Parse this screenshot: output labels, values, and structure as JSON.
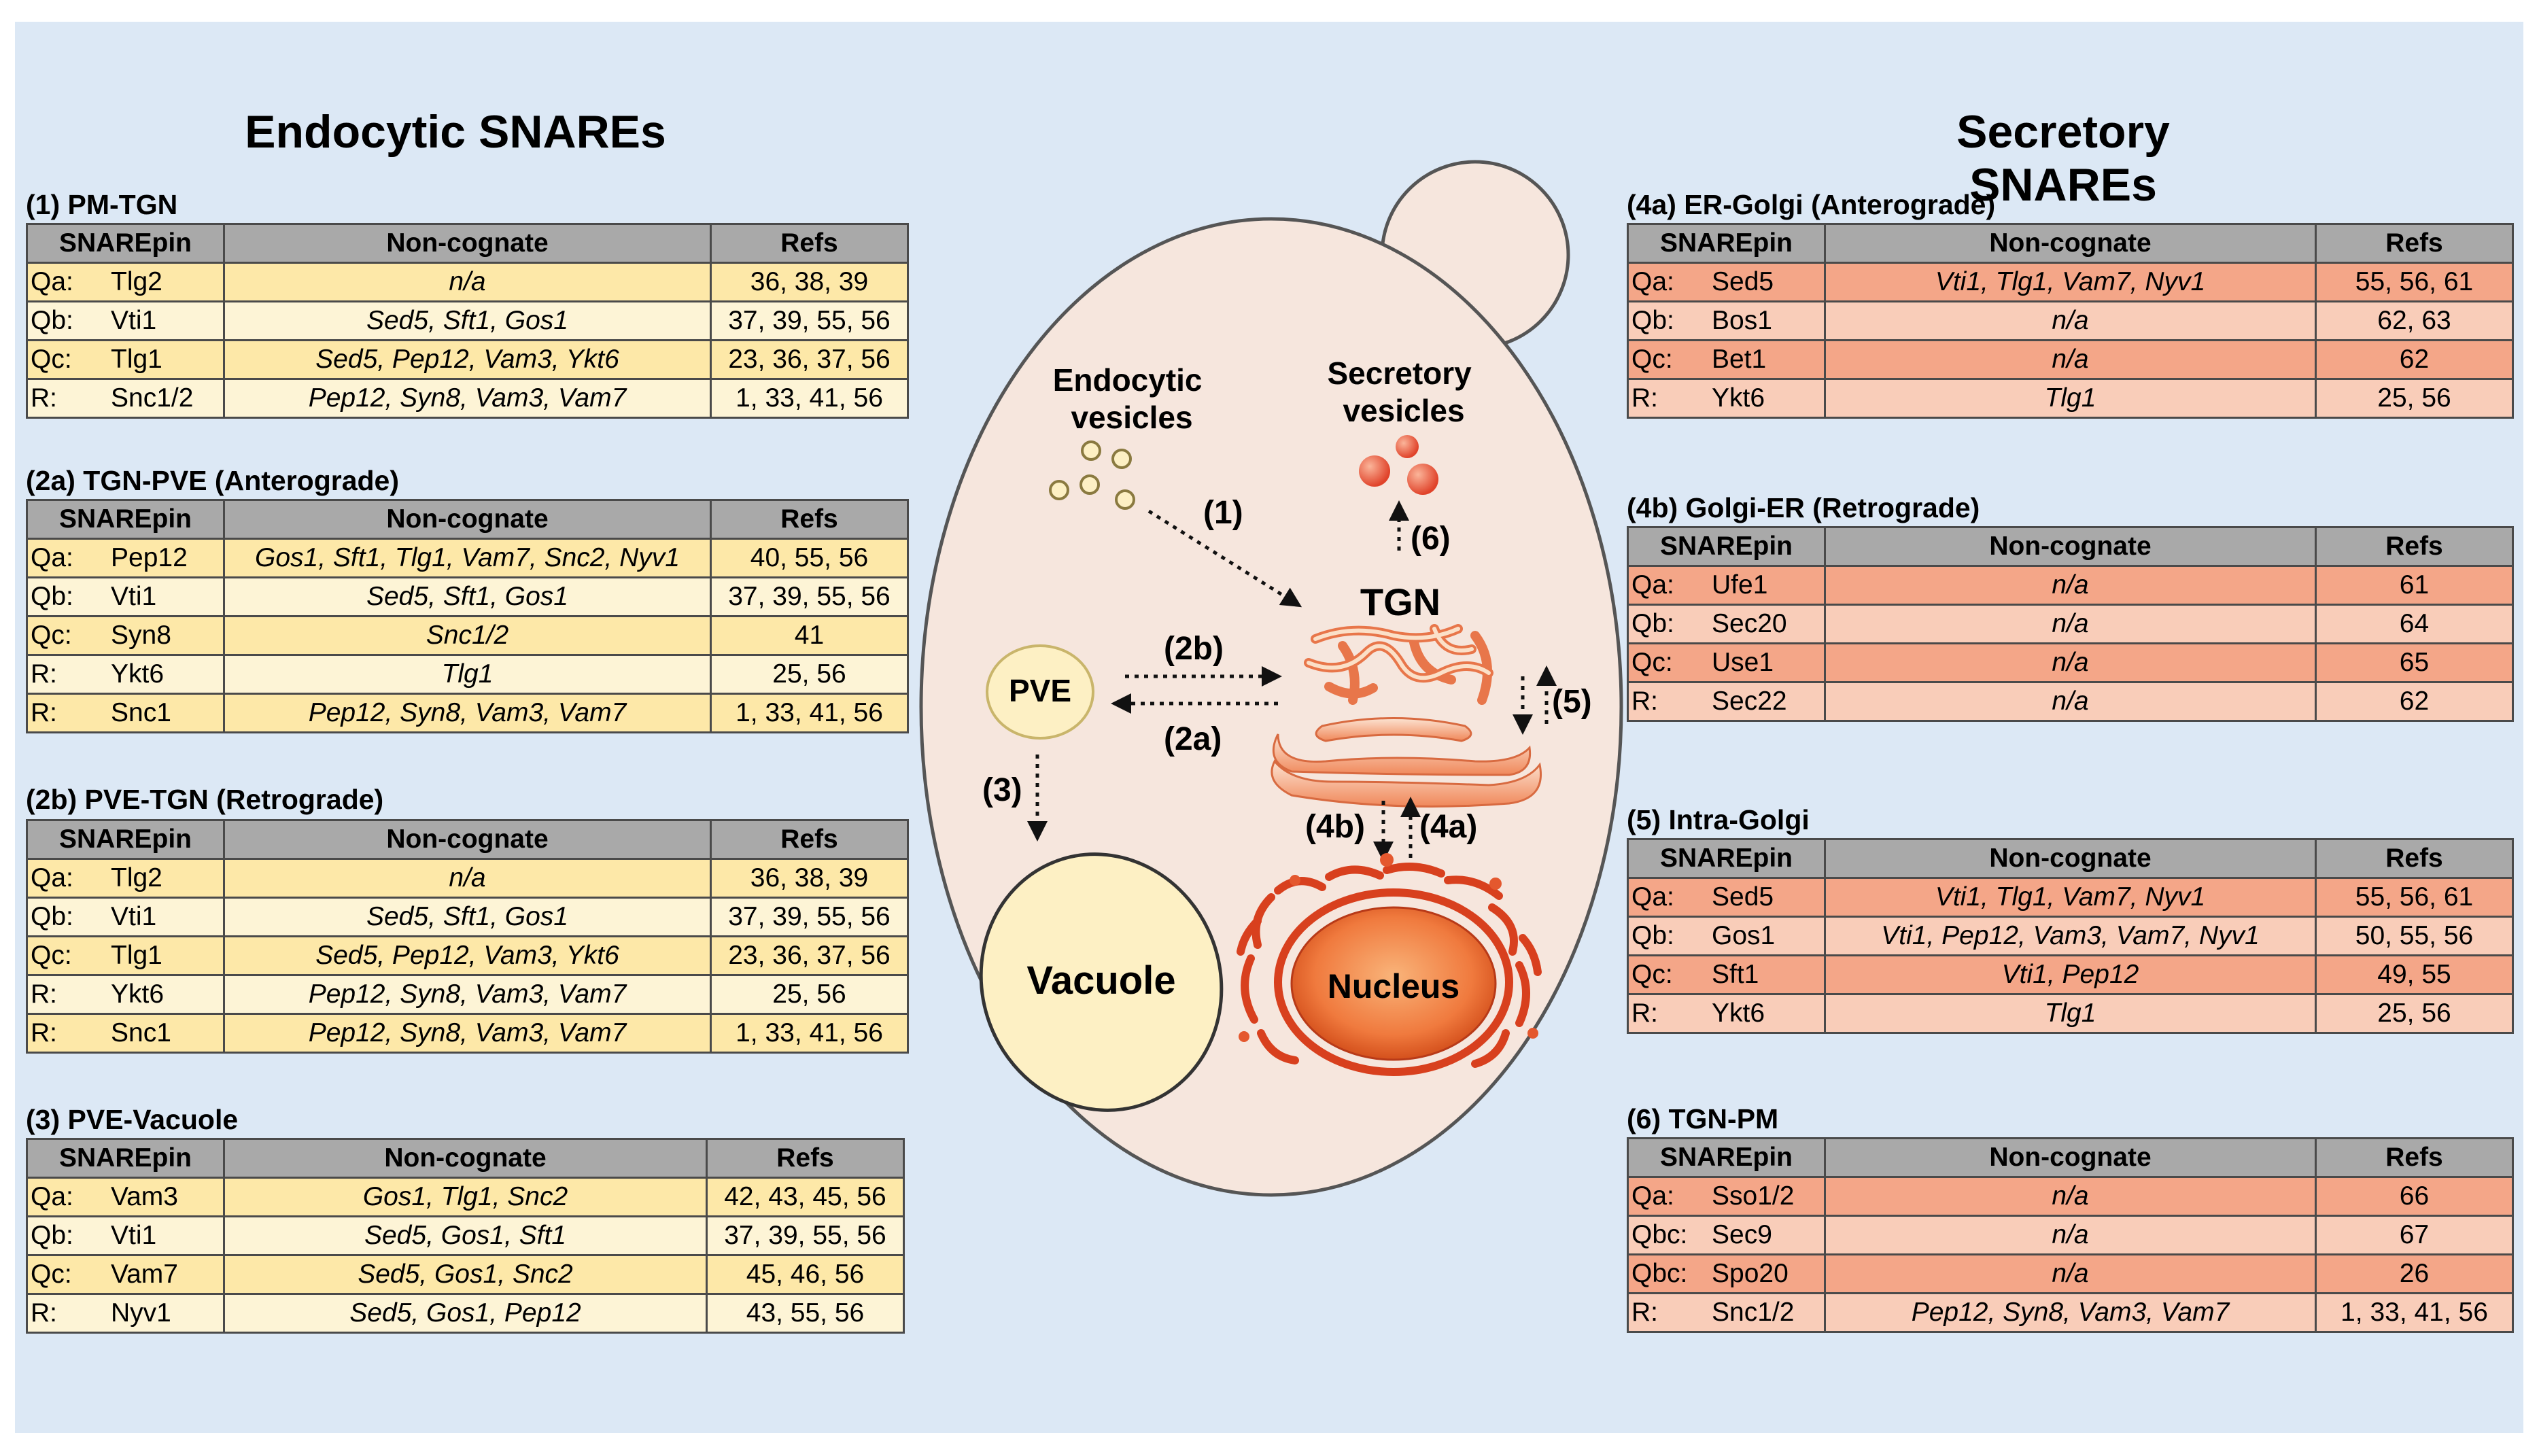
{
  "headings": {
    "endocytic": "Endocytic SNAREs",
    "secretory": "Secretory SNAREs"
  },
  "columns": {
    "snarepin": "SNAREpin",
    "noncognate": "Non-cognate",
    "refs": "Refs"
  },
  "endocytic_tables": [
    {
      "title": "(1) PM-TGN",
      "rows": [
        {
          "role": "Qa:",
          "snare": "Tlg2",
          "noncognate": "n/a",
          "refs": "36, 38, 39"
        },
        {
          "role": "Qb:",
          "snare": "Vti1",
          "noncognate": "Sed5, Sft1, Gos1",
          "refs": "37, 39, 55, 56"
        },
        {
          "role": "Qc:",
          "snare": "Tlg1",
          "noncognate": "Sed5, Pep12, Vam3, Ykt6",
          "refs": "23, 36, 37, 56"
        },
        {
          "role": "R:",
          "snare": "Snc1/2",
          "noncognate": "Pep12, Syn8, Vam3, Vam7",
          "refs": "1, 33, 41, 56"
        }
      ]
    },
    {
      "title": "(2a)  TGN-PVE (Anterograde)",
      "rows": [
        {
          "role": "Qa:",
          "snare": "Pep12",
          "noncognate": "Gos1, Sft1, Tlg1, Vam7, Snc2, Nyv1",
          "refs": "40, 55, 56"
        },
        {
          "role": "Qb:",
          "snare": "Vti1",
          "noncognate": "Sed5, Sft1, Gos1",
          "refs": "37, 39, 55, 56"
        },
        {
          "role": "Qc:",
          "snare": "Syn8",
          "noncognate": "Snc1/2",
          "refs": "41"
        },
        {
          "role": "R:",
          "snare": "Ykt6",
          "noncognate": "Tlg1",
          "refs": "25, 56"
        },
        {
          "role": "R:",
          "snare": "Snc1",
          "noncognate": "Pep12, Syn8, Vam3, Vam7",
          "refs": "1, 33, 41, 56"
        }
      ]
    },
    {
      "title": "(2b) PVE-TGN (Retrograde)",
      "rows": [
        {
          "role": "Qa:",
          "snare": "Tlg2",
          "noncognate": "n/a",
          "refs": "36, 38, 39"
        },
        {
          "role": "Qb:",
          "snare": "Vti1",
          "noncognate": "Sed5, Sft1, Gos1",
          "refs": "37, 39, 55, 56"
        },
        {
          "role": "Qc:",
          "snare": "Tlg1",
          "noncognate": "Sed5, Pep12, Vam3, Ykt6",
          "refs": "23, 36, 37, 56"
        },
        {
          "role": "R:",
          "snare": "Ykt6",
          "noncognate": "Pep12, Syn8, Vam3, Vam7",
          "refs": "25, 56"
        },
        {
          "role": "R:",
          "snare": "Snc1",
          "noncognate": "Pep12, Syn8, Vam3, Vam7",
          "refs": "1, 33, 41, 56"
        }
      ]
    },
    {
      "title": "(3) PVE-Vacuole",
      "rows": [
        {
          "role": "Qa:",
          "snare": "Vam3",
          "noncognate": "Gos1, Tlg1, Snc2",
          "refs": "42, 43, 45, 56"
        },
        {
          "role": "Qb:",
          "snare": "Vti1",
          "noncognate": "Sed5, Gos1, Sft1",
          "refs": "37, 39, 55, 56"
        },
        {
          "role": "Qc:",
          "snare": "Vam7",
          "noncognate": "Sed5, Gos1, Snc2",
          "refs": "45, 46, 56"
        },
        {
          "role": "R:",
          "snare": "Nyv1",
          "noncognate": "Sed5, Gos1, Pep12",
          "refs": "43, 55, 56"
        }
      ]
    }
  ],
  "secretory_tables": [
    {
      "title": "(4a) ER-Golgi (Anterograde)",
      "rows": [
        {
          "role": "Qa:",
          "snare": "Sed5",
          "noncognate": "Vti1, Tlg1, Vam7, Nyv1",
          "refs": "55, 56, 61"
        },
        {
          "role": "Qb:",
          "snare": "Bos1",
          "noncognate": "n/a",
          "refs": "62, 63"
        },
        {
          "role": "Qc:",
          "snare": "Bet1",
          "noncognate": "n/a",
          "refs": "62"
        },
        {
          "role": "R:",
          "snare": "Ykt6",
          "noncognate": "Tlg1",
          "refs": "25, 56"
        }
      ]
    },
    {
      "title": "(4b) Golgi-ER (Retrograde)",
      "rows": [
        {
          "role": "Qa:",
          "snare": "Ufe1",
          "noncognate": "n/a",
          "refs": "61"
        },
        {
          "role": "Qb:",
          "snare": "Sec20",
          "noncognate": "n/a",
          "refs": "64"
        },
        {
          "role": "Qc:",
          "snare": "Use1",
          "noncognate": "n/a",
          "refs": "65"
        },
        {
          "role": "R:",
          "snare": "Sec22",
          "noncognate": "n/a",
          "refs": "62"
        }
      ]
    },
    {
      "title": "(5) Intra-Golgi",
      "rows": [
        {
          "role": "Qa:",
          "snare": "Sed5",
          "noncognate": "Vti1, Tlg1, Vam7, Nyv1",
          "refs": "55, 56, 61"
        },
        {
          "role": "Qb:",
          "snare": "Gos1",
          "noncognate": "Vti1, Pep12, Vam3, Vam7, Nyv1",
          "refs": "50, 55, 56"
        },
        {
          "role": "Qc:",
          "snare": "Sft1",
          "noncognate": "Vti1, Pep12",
          "refs": "49, 55"
        },
        {
          "role": "R:",
          "snare": "Ykt6",
          "noncognate": "Tlg1",
          "refs": "25, 56"
        }
      ]
    },
    {
      "title": "(6) TGN-PM",
      "rows": [
        {
          "role": "Qa:",
          "snare": "Sso1/2",
          "noncognate": "n/a",
          "refs": "66"
        },
        {
          "role": "Qbc:",
          "snare": "Sec9",
          "noncognate": "n/a",
          "refs": "67"
        },
        {
          "role": "Qbc:",
          "snare": "Spo20",
          "noncognate": "n/a",
          "refs": "26"
        },
        {
          "role": "R:",
          "snare": "Snc1/2",
          "noncognate": "Pep12, Syn8, Vam3, Vam7",
          "refs": "1, 33, 41, 56"
        }
      ]
    }
  ],
  "diagram": {
    "endocytic_vesicles": [
      "Endocytic",
      "vesicles"
    ],
    "secretory_vesicles": [
      "Secretory",
      "vesicles"
    ],
    "tgn": "TGN",
    "pve": "PVE",
    "vacuole": "Vacuole",
    "nucleus": "Nucleus",
    "pathways": {
      "p1": "(1)",
      "p2a": "(2a)",
      "p2b": "(2b)",
      "p3": "(3)",
      "p4a": "(4a)",
      "p4b": "(4b)",
      "p5": "(5)",
      "p6": "(6)"
    },
    "colors": {
      "panel": "#dce8f5",
      "cell": "#f6e6dd",
      "pve_fill": "#fdf0c4",
      "vacuole_fill": "#fdf0c4",
      "nucleus": "#f07a3e",
      "golgi": "#f2a57c"
    }
  }
}
